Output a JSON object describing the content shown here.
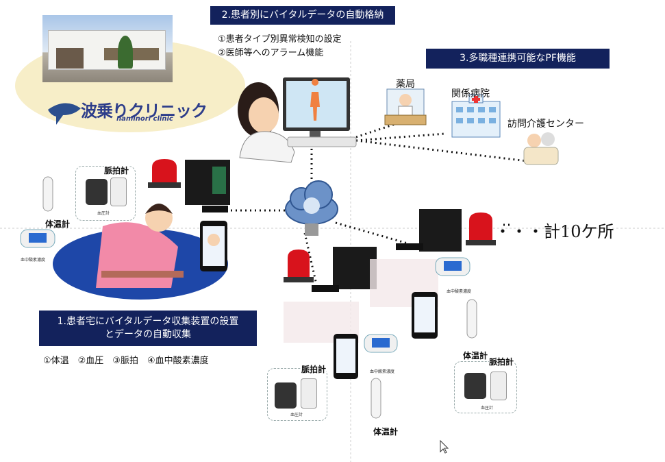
{
  "section1": {
    "title_line1": "1.患者宅にバイタルデータ収集装置の設置",
    "title_line2": "とデータの自動収集",
    "items": "①体温　②血圧　③脈拍　④血中酸素濃度"
  },
  "section2": {
    "title": "2.患者別にバイタルデータの自動格納",
    "item1": "①患者タイプ別異常検知の設定",
    "item2": "②医師等へのアラーム機能"
  },
  "section3": {
    "title": "3.多職種連携可能なPF機能"
  },
  "clinic": {
    "name": "波乗りクリニック",
    "sub": "naminori clinic"
  },
  "partners": {
    "pharmacy": "薬局",
    "hospital": "関係病院",
    "care": "訪問介護センター"
  },
  "count": "・・・計10ケ所",
  "devices": {
    "pulse": "脈拍計",
    "thermo": "体温計",
    "bp": "血圧計",
    "spo2": "血中酸素濃度"
  },
  "colors": {
    "banner": "#13225c",
    "oval": "#f7eec8",
    "rug": "#1e47a8"
  }
}
